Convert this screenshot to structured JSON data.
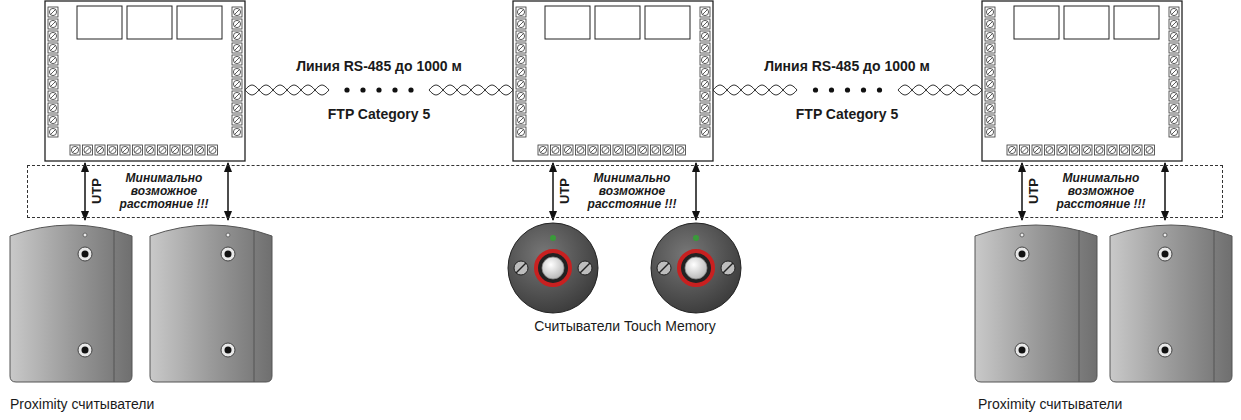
{
  "diagram": {
    "nodes": [
      {
        "text": [
          "UTP",
          "Минимально возможное расстояние !!!",
          "UTP",
          "Минимально возможное расстояние !!!",
          "UTP",
          "Минимально возможное расстояние !!!"
        ]
      }
    ],
    "labels": [
      "Линия RS-485 до 1000 м",
      "FTP Category 5",
      "Линия RS-485 до 1000 м",
      "FTP Category 5",
      "Proximity считыватели",
      "Считыватели Touch Memory",
      "Proximity считыватели"
    ]
  }
}
